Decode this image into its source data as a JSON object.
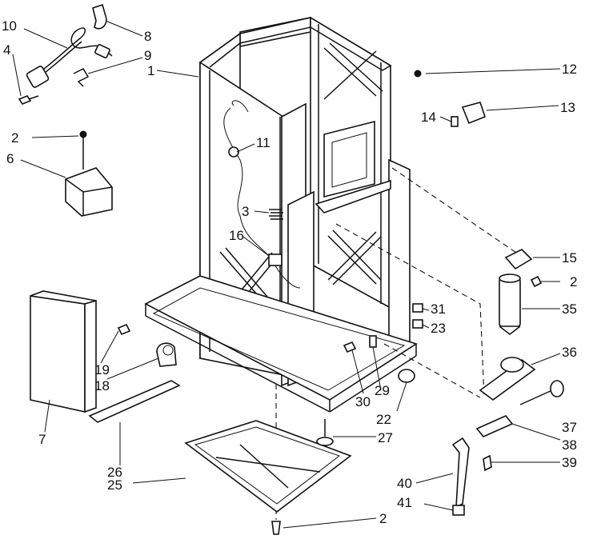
{
  "callouts": {
    "c1": "1",
    "c2": "2",
    "c3": "3",
    "c4": "4",
    "c6": "6",
    "c7": "7",
    "c8": "8",
    "c9": "9",
    "c10": "10",
    "c11": "11",
    "c12": "12",
    "c13": "13",
    "c14": "14",
    "c15": "15",
    "c16": "16",
    "c18": "18",
    "c19": "19",
    "c22": "22",
    "c23": "23",
    "c25": "25",
    "c26": "26",
    "c27": "27",
    "c29": "29",
    "c30": "30",
    "c31": "31",
    "c35": "35",
    "c36": "36",
    "c37": "37",
    "c38": "38",
    "c39": "39",
    "c40": "40",
    "c41": "41"
  }
}
